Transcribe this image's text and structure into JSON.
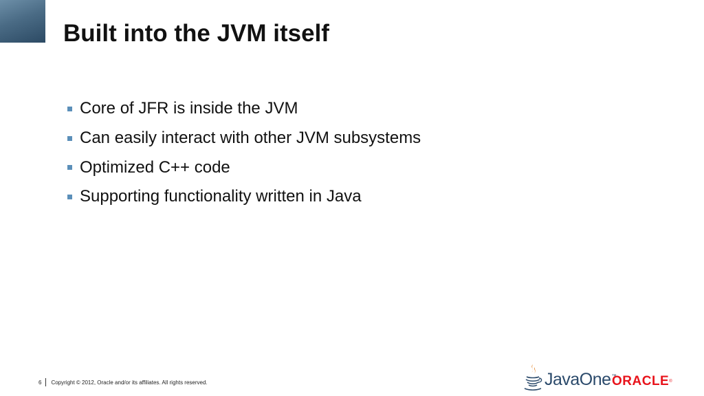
{
  "slide": {
    "title": "Built into the JVM itself",
    "bullets": [
      "Core of JFR is inside the JVM",
      "Can easily interact with other JVM subsystems",
      "Optimized C++ code",
      "Supporting functionality written in Java"
    ],
    "accent_color": "#5b8fb9",
    "corner_color": "#4a6b85"
  },
  "footer": {
    "page_number": "6",
    "copyright": "Copyright © 2012, Oracle and/or its affiliates. All rights reserved."
  },
  "logos": {
    "javaone": "JavaOne",
    "javaone_tm": "™",
    "oracle": "ORACLE",
    "oracle_reg": "®",
    "brand_red": "#e8131b"
  }
}
